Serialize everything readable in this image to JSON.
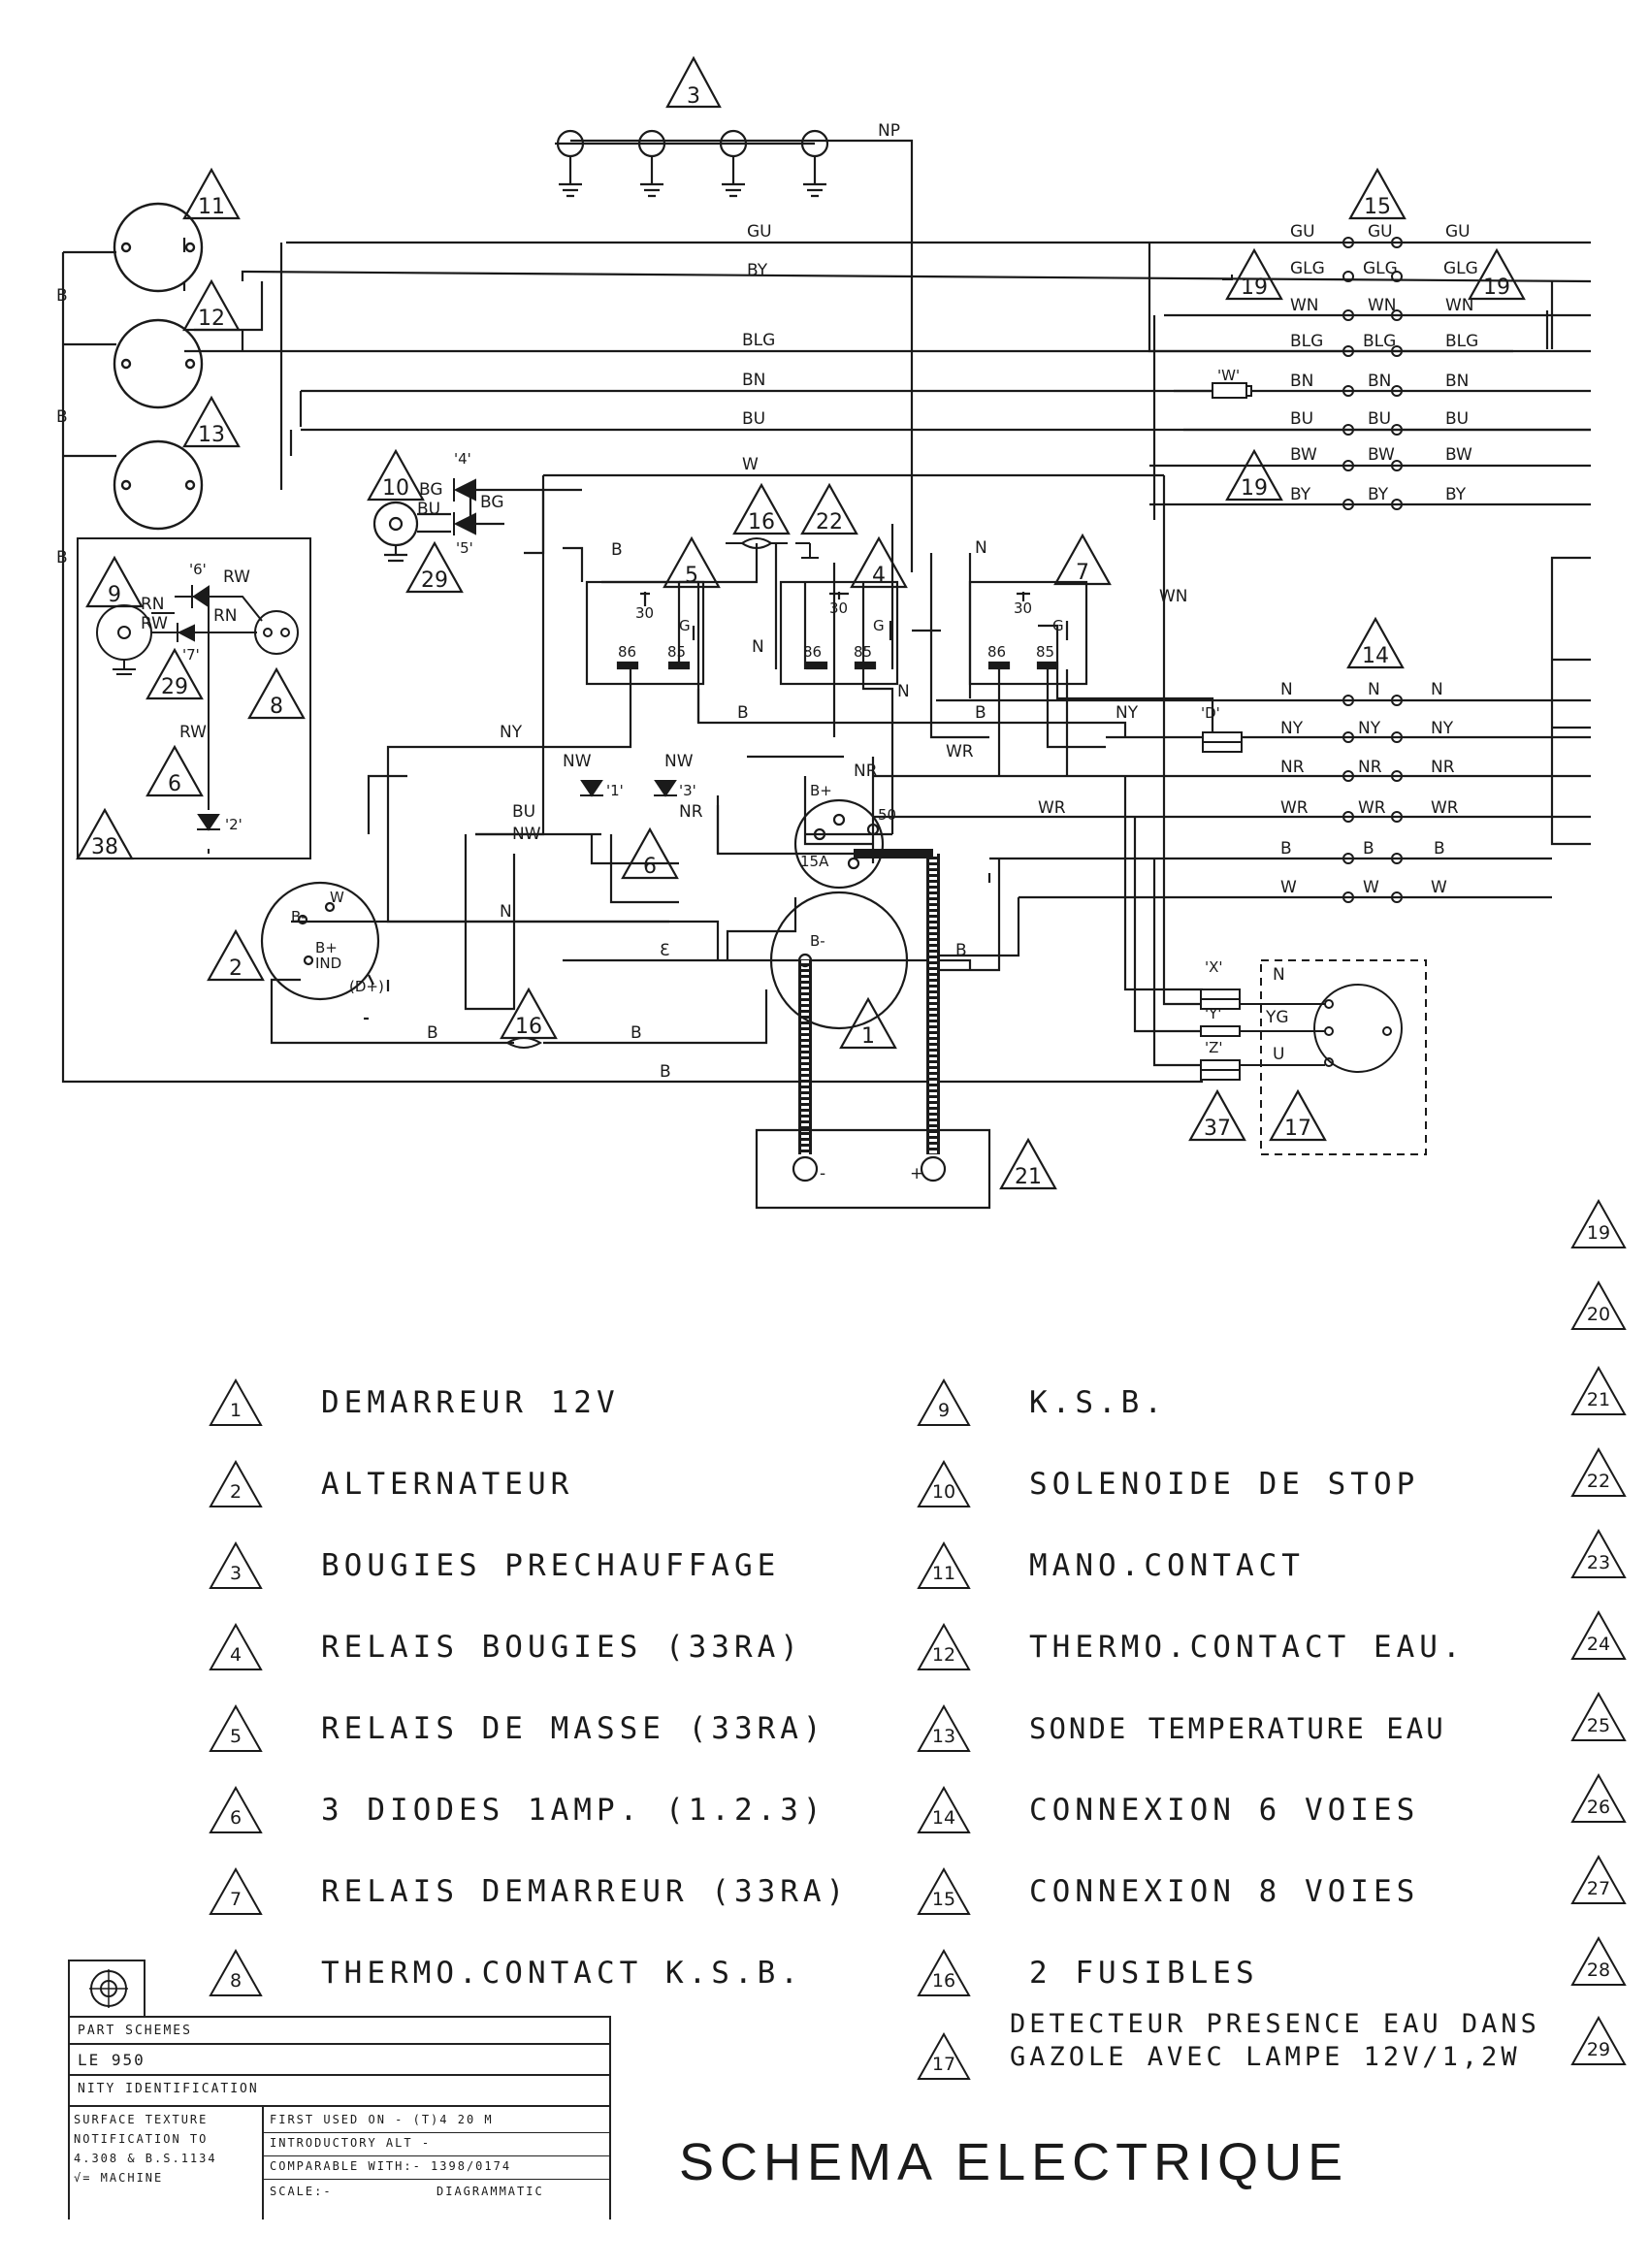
{
  "wire_codes": {
    "gu": "GU",
    "by": "BY",
    "blg": "BLG",
    "bn": "BN",
    "bu": "BU",
    "w": "W",
    "b": "B",
    "np": "NP",
    "glg": "GLG",
    "wn": "WN",
    "bw": "BW",
    "n": "N",
    "ny": "NY",
    "nr": "NR",
    "wr": "WR",
    "rw": "RW",
    "rn": "RN",
    "nw": "NW",
    "bg": "BG",
    "yg": "YG",
    "u": "U",
    "b_mirror": "Ɛ"
  },
  "relay_pins": {
    "p30": "30",
    "p86": "86",
    "p85": "85",
    "pg": "G"
  },
  "terminals": {
    "b_minus": "B-",
    "b_plus": "B+",
    "ind": "IND",
    "d_plus": "(D+)",
    "w": "W",
    "p50": "50",
    "p15a": "15A",
    "minus": "-",
    "plus": "+"
  },
  "diode_tags": {
    "d1": "'1'",
    "d2": "'2'",
    "d3": "'3'",
    "d4": "'4'",
    "d5": "'5'",
    "d6": "'6'",
    "d7": "'7'"
  },
  "connector_tags": {
    "d": "'D'",
    "w": "'W'",
    "x": "'X'",
    "y": "'Y'",
    "z": "'Z'"
  },
  "legend_left": [
    {
      "num": "1",
      "text": "DEMARREUR 12V"
    },
    {
      "num": "2",
      "text": "ALTERNATEUR"
    },
    {
      "num": "3",
      "text": "BOUGIES PRECHAUFFAGE"
    },
    {
      "num": "4",
      "text": "RELAIS BOUGIES (33RA)"
    },
    {
      "num": "5",
      "text": "RELAIS DE MASSE (33RA)"
    },
    {
      "num": "6",
      "text": "3 DIODES 1AMP. (1.2.3)"
    },
    {
      "num": "7",
      "text": "RELAIS DEMARREUR (33RA)"
    },
    {
      "num": "8",
      "text": "THERMO.CONTACT K.S.B."
    }
  ],
  "legend_right": [
    {
      "num": "9",
      "text": "K.S.B."
    },
    {
      "num": "10",
      "text": "SOLENOIDE DE STOP"
    },
    {
      "num": "11",
      "text": "MANO.CONTACT"
    },
    {
      "num": "12",
      "text": "THERMO.CONTACT EAU."
    },
    {
      "num": "13",
      "text": "SONDE TEMPERATURE EAU"
    },
    {
      "num": "14",
      "text": "CONNEXION 6 VOIES"
    },
    {
      "num": "15",
      "text": "CONNEXION 8 VOIES"
    },
    {
      "num": "16",
      "text": "2 FUSIBLES"
    },
    {
      "num": "17",
      "text": "DETECTEUR PRESENCE EAU DANS GAZOLE AVEC LAMPE 12V/1,2W"
    }
  ],
  "legend_side": [
    "19",
    "20",
    "21",
    "22",
    "23",
    "24",
    "25",
    "26",
    "27",
    "28",
    "29"
  ],
  "title_block": {
    "part_schemes": "PART SCHEMES",
    "model": "LE 950",
    "identification": "NITY IDENTIFICATION",
    "surface_texture": "SURFACE TEXTURE",
    "notification": "NOTIFICATION TO",
    "standard": "4.308 & B.S.1134",
    "machine": "√= MACHINE",
    "first_used": "FIRST USED ON - (T)4 20 M",
    "introductory": "INTRODUCTORY ALT -",
    "comparable": "COMPARABLE WITH:- 1398/0174",
    "scale_label": "SCALE:-",
    "scale_value": "DIAGRAMMATIC"
  },
  "main_title": "SCHEMA ELECTRIQUE"
}
